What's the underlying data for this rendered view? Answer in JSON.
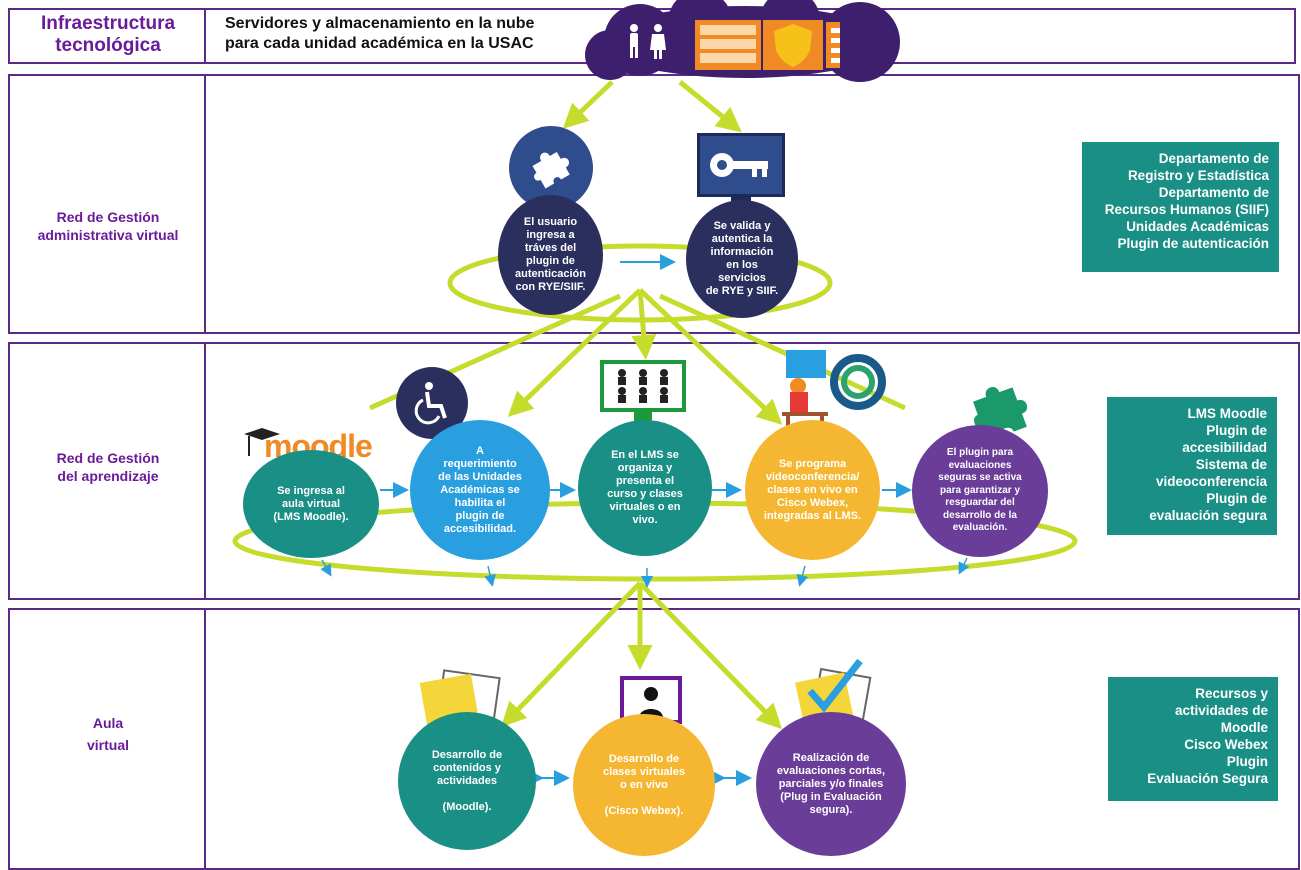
{
  "header": {
    "title_line1": "Infraestructura",
    "title_line2": "tecnológica",
    "subtitle_line1": "Servidores y almacenamiento en la nube",
    "subtitle_line2": "para cada unidad académica en la USAC"
  },
  "rows": {
    "admin": {
      "line1": "Red de Gestión",
      "line2": "administrativa virtual"
    },
    "learning": {
      "line1": "Red de Gestión",
      "line2": "del aprendizaje"
    },
    "classroom": {
      "line1": "Aula",
      "line2": "virtual"
    }
  },
  "side_boxes": {
    "admin": [
      "Departamento de",
      "Registro y Estadística",
      "Departamento de",
      "Recursos Humanos (SIIF)",
      "Unidades  Académicas",
      "Plugin de autenticación"
    ],
    "learning": [
      "LMS Moodle",
      "Plugin de",
      "accesibilidad",
      "Sistema de",
      "videoconferencia",
      "Plugin de",
      "evaluación segura"
    ],
    "classroom": [
      "Recursos y",
      "actividades de",
      "Moodle",
      "Cisco Webex",
      "Plugin",
      "Evaluación Segura"
    ]
  },
  "admin_nodes": {
    "user": [
      "El usuario",
      "ingresa a",
      "tráves del",
      "plugin de",
      "autenticación",
      "con RYE/SIIF."
    ],
    "validate": [
      "Se valida y",
      "autentica la",
      "información",
      "en los",
      "servicios",
      "de RYE y SIIF."
    ]
  },
  "learning_nodes": {
    "moodle_logo": "moodle",
    "enter": [
      "Se ingresa al",
      "aula virtual",
      "(LMS Moodle)."
    ],
    "access": [
      "A",
      "requerimiento",
      "de las Unidades",
      "Académicas se",
      "habilita el",
      "plugin de",
      "accesibilidad."
    ],
    "organize": [
      "En el LMS se",
      "organiza  y",
      "presenta el",
      "curso  y clases",
      "virtuales o en",
      "vivo."
    ],
    "webex": [
      "Se programa",
      "videoconferencia/",
      "clases en vivo en",
      "Cisco Webex,",
      "integradas al LMS."
    ],
    "secure": [
      "El plugin para",
      "evaluaciones",
      "seguras se activa",
      "para garantizar y",
      "resguardar del",
      "desarrollo de la",
      "evaluación."
    ]
  },
  "classroom_nodes": {
    "content": [
      "Desarrollo de",
      "contenidos y",
      "actividades",
      "",
      "(Moodle)."
    ],
    "classes": [
      "Desarrollo de",
      "clases virtuales",
      "o en vivo",
      "",
      "(Cisco Webex)."
    ],
    "evals": [
      "Realización de",
      "evaluaciones cortas,",
      "parciales y/o finales",
      "(Plug in Evaluación",
      "segura)."
    ]
  },
  "colors": {
    "frame": "#5b2a86",
    "navy": "#2b2f5e",
    "teal": "#1a8f86",
    "blue": "#2a9fe0",
    "yellow": "#f5b731",
    "purple": "#6a3d98",
    "green_line": "#c6dc2c",
    "arrow_blue": "#2a9fe0",
    "cloud": "#3e1f6e"
  },
  "icons": [
    "people-icon",
    "server-icon",
    "shield-icon",
    "puzzle-icon",
    "key-monitor-icon",
    "wheelchair-icon",
    "video-grid-icon",
    "webex-icon",
    "folder-icon",
    "presenter-icon",
    "checkmark-icon"
  ]
}
